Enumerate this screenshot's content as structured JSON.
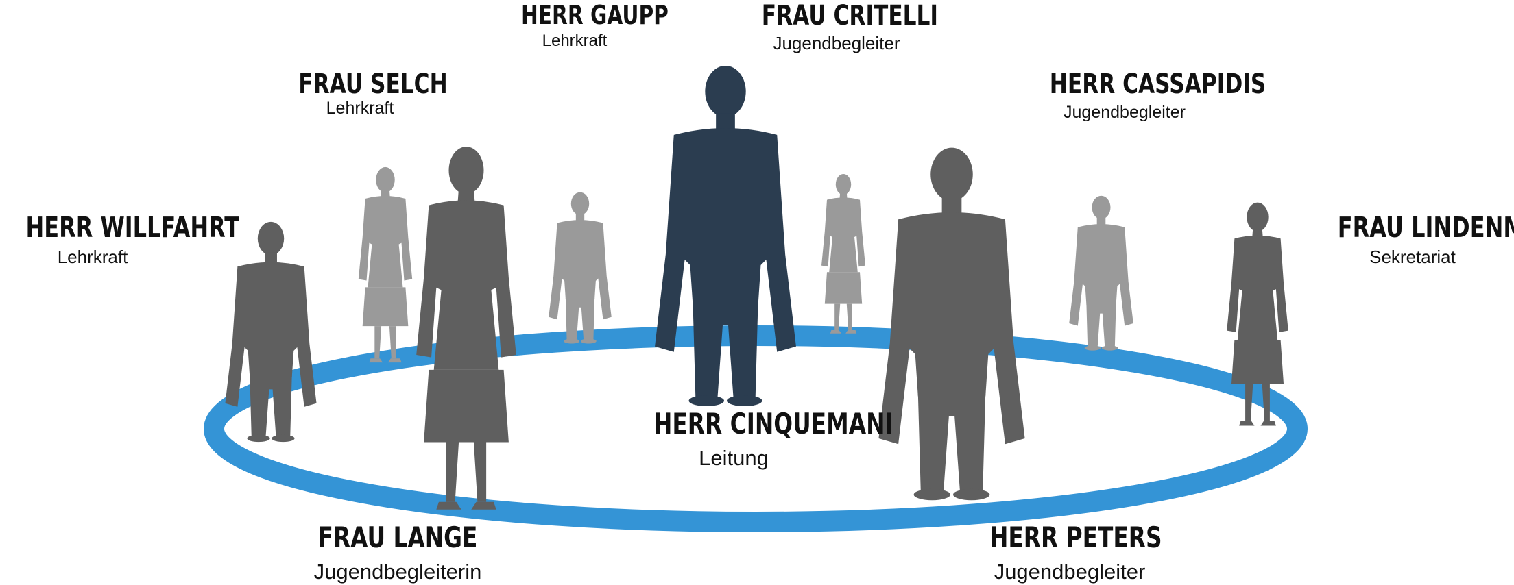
{
  "colors": {
    "ring": "#3494d6",
    "center_figure": "#2b3d50",
    "front_figure": "#5f5f5f",
    "back_figure": "#9a9a9a",
    "text": "#111111"
  },
  "staff": [
    {
      "id": "willfahrt",
      "name": "HERR WILLFAHRT",
      "role": "Lehrkraft"
    },
    {
      "id": "selch",
      "name": "FRAU SELCH",
      "role": "Lehrkraft"
    },
    {
      "id": "gaupp",
      "name": "HERR GAUPP",
      "role": "Lehrkraft"
    },
    {
      "id": "critelli",
      "name": "FRAU CRITELLI",
      "role": "Jugendbegleiter"
    },
    {
      "id": "cassapidis",
      "name": "HERR CASSAPIDIS",
      "role": "Jugendbegleiter"
    },
    {
      "id": "lindenmeier",
      "name": "FRAU LINDENMEIER",
      "role": "Sekretariat"
    },
    {
      "id": "cinquemani",
      "name": "HERR CINQUEMANI",
      "role": "Leitung"
    },
    {
      "id": "lange",
      "name": "FRAU LANGE",
      "role": "Jugendbegleiterin"
    },
    {
      "id": "peters",
      "name": "HERR PETERS",
      "role": "Jugendbegleiter"
    }
  ]
}
